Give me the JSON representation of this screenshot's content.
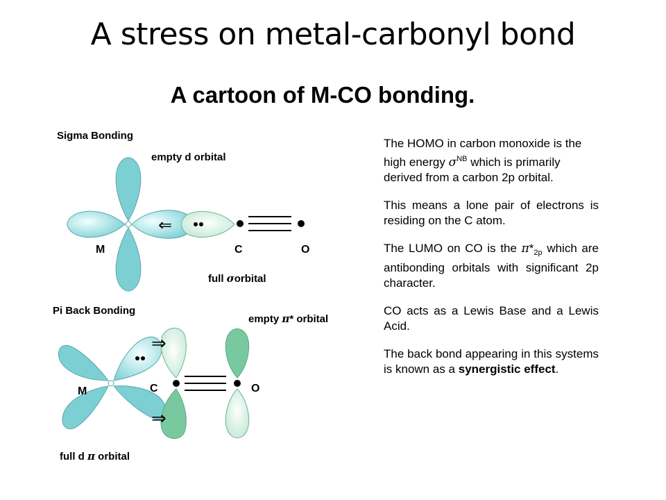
{
  "slide": {
    "title": "A stress on metal-carbonyl bond",
    "cartoon_title": "A cartoon of M-CO bonding."
  },
  "diagram": {
    "sigma": {
      "heading": "Sigma Bonding",
      "empty_label": "empty d orbital",
      "full_prefix": "full ",
      "full_symbol": "σ",
      "full_suffix": "orbital",
      "metal": "M",
      "carbon": "C",
      "oxygen": "O",
      "arrow": "⇐"
    },
    "pi": {
      "heading": "Pi Back Bonding",
      "empty_prefix": "empty ",
      "empty_symbol": "π",
      "empty_suffix": "* orbital",
      "full_prefix": "full d ",
      "full_symbol": "π",
      "full_suffix": " orbital",
      "metal": "M",
      "carbon": "C",
      "oxygen": "O",
      "arrow": "⇒"
    },
    "colors": {
      "lobe_fill": "#7cd0d4",
      "lobe_stroke": "#5aa6ac",
      "pi_lobe_fill": "#78c9a0",
      "pi_lobe_light": "#d9f3e5",
      "electron": "#000000"
    }
  },
  "notes": {
    "p1": {
      "a": "The HOMO in carbon monoxide is the high energy ",
      "sym": "σ",
      "sup": "NB",
      "b": " which is primarily derived from a carbon 2p orbital."
    },
    "p2": "This means a lone pair of electrons is residing on the C atom.",
    "p3": {
      "a": "The LUMO on CO is the ",
      "sym": "π",
      "star": "*",
      "sub": "2p",
      "b": " which are antibonding orbitals with significant 2p character."
    },
    "p4": "CO acts as a Lewis Base and a Lewis Acid.",
    "p5": {
      "a": "The back bond appearing in this systems is known as a ",
      "bold": "synergistic effect",
      "end": "."
    }
  }
}
